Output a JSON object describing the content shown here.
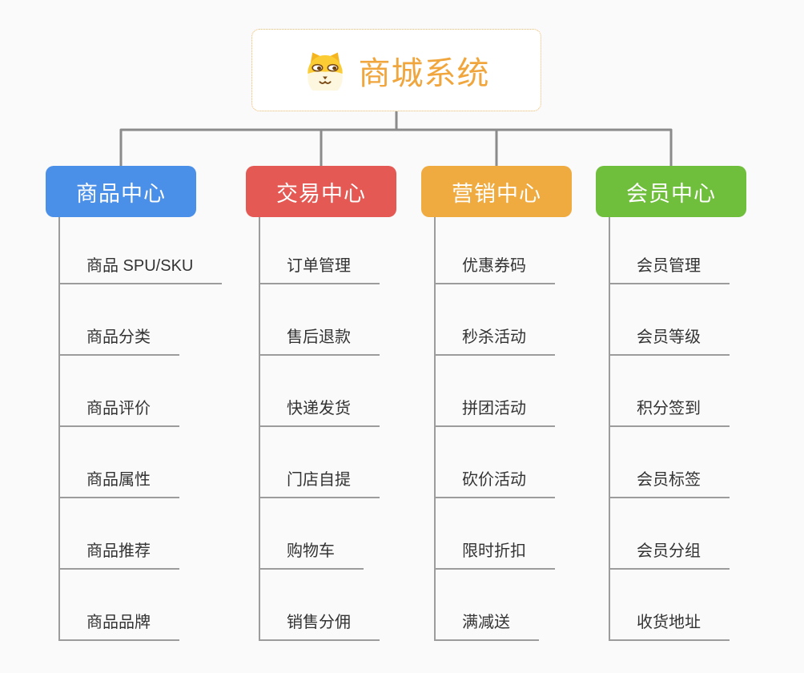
{
  "app": {
    "background": "#FAFAFA"
  },
  "root": {
    "title": "商城系统",
    "icon": "shiba-dog-icon",
    "title_color": "#F0A63C",
    "border_color": "#EFB766"
  },
  "branches": [
    {
      "label": "商品中心",
      "color": "#4A8FE8",
      "children": [
        "商品 SPU/SKU",
        "商品分类",
        "商品评价",
        "商品属性",
        "商品推荐",
        "商品品牌"
      ]
    },
    {
      "label": "交易中心",
      "color": "#E45953",
      "children": [
        "订单管理",
        "售后退款",
        "快递发货",
        "门店自提",
        "购物车",
        "销售分佣"
      ]
    },
    {
      "label": "营销中心",
      "color": "#EFAB40",
      "children": [
        "优惠券码",
        "秒杀活动",
        "拼团活动",
        "砍价活动",
        "限时折扣",
        "满减送"
      ]
    },
    {
      "label": "会员中心",
      "color": "#6FBE3C",
      "children": [
        "会员管理",
        "会员等级",
        "积分签到",
        "会员标签",
        "会员分组",
        "收货地址"
      ]
    }
  ],
  "connector_color": "#8B8B8B",
  "child_line_color": "#9C9C9C",
  "child_text_color": "#333333"
}
